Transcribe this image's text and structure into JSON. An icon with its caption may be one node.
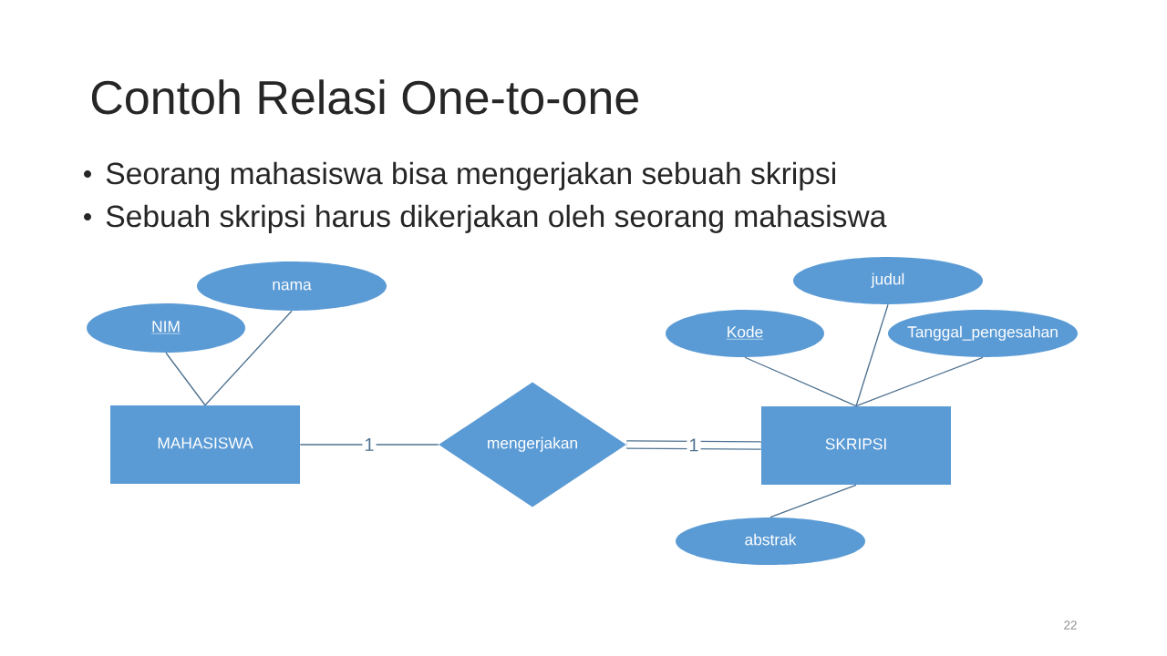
{
  "diagram": {
    "title": "Contoh Relasi One-to-one",
    "nodes": [
      {
        "text": [
          "nama"
        ]
      },
      {
        "text": [
          "NIM"
        ]
      },
      {
        "text": [
          "MAHASISWA"
        ]
      },
      {
        "text": [
          "mengerjakan"
        ]
      },
      {
        "text": [
          "judul"
        ]
      },
      {
        "text": [
          "Kode"
        ]
      },
      {
        "text": [
          "Tanggal_pengesahan"
        ]
      },
      {
        "text": [
          "SKRIPSI"
        ]
      },
      {
        "text": [
          "abstrak"
        ]
      }
    ],
    "edges": [
      {
        "from": 1,
        "to": 2,
        "arrow": "none"
      },
      {
        "from": 0,
        "to": 2,
        "arrow": "none"
      },
      {
        "from": 2,
        "to": 3,
        "arrow": "none",
        "label": "1"
      },
      {
        "from": 3,
        "to": 7,
        "arrow": "none",
        "label": "1",
        "style": "thick"
      },
      {
        "from": 5,
        "to": 7,
        "arrow": "none"
      },
      {
        "from": 4,
        "to": 7,
        "arrow": "none"
      },
      {
        "from": 6,
        "to": 7,
        "arrow": "none"
      },
      {
        "from": 7,
        "to": 8,
        "arrow": "none"
      }
    ],
    "labels": [
      "Seorang mahasiswa bisa mengerjakan sebuah skripsi",
      "Sebuah skripsi harus dikerjakan oleh seorang mahasiswa",
      "22"
    ]
  }
}
